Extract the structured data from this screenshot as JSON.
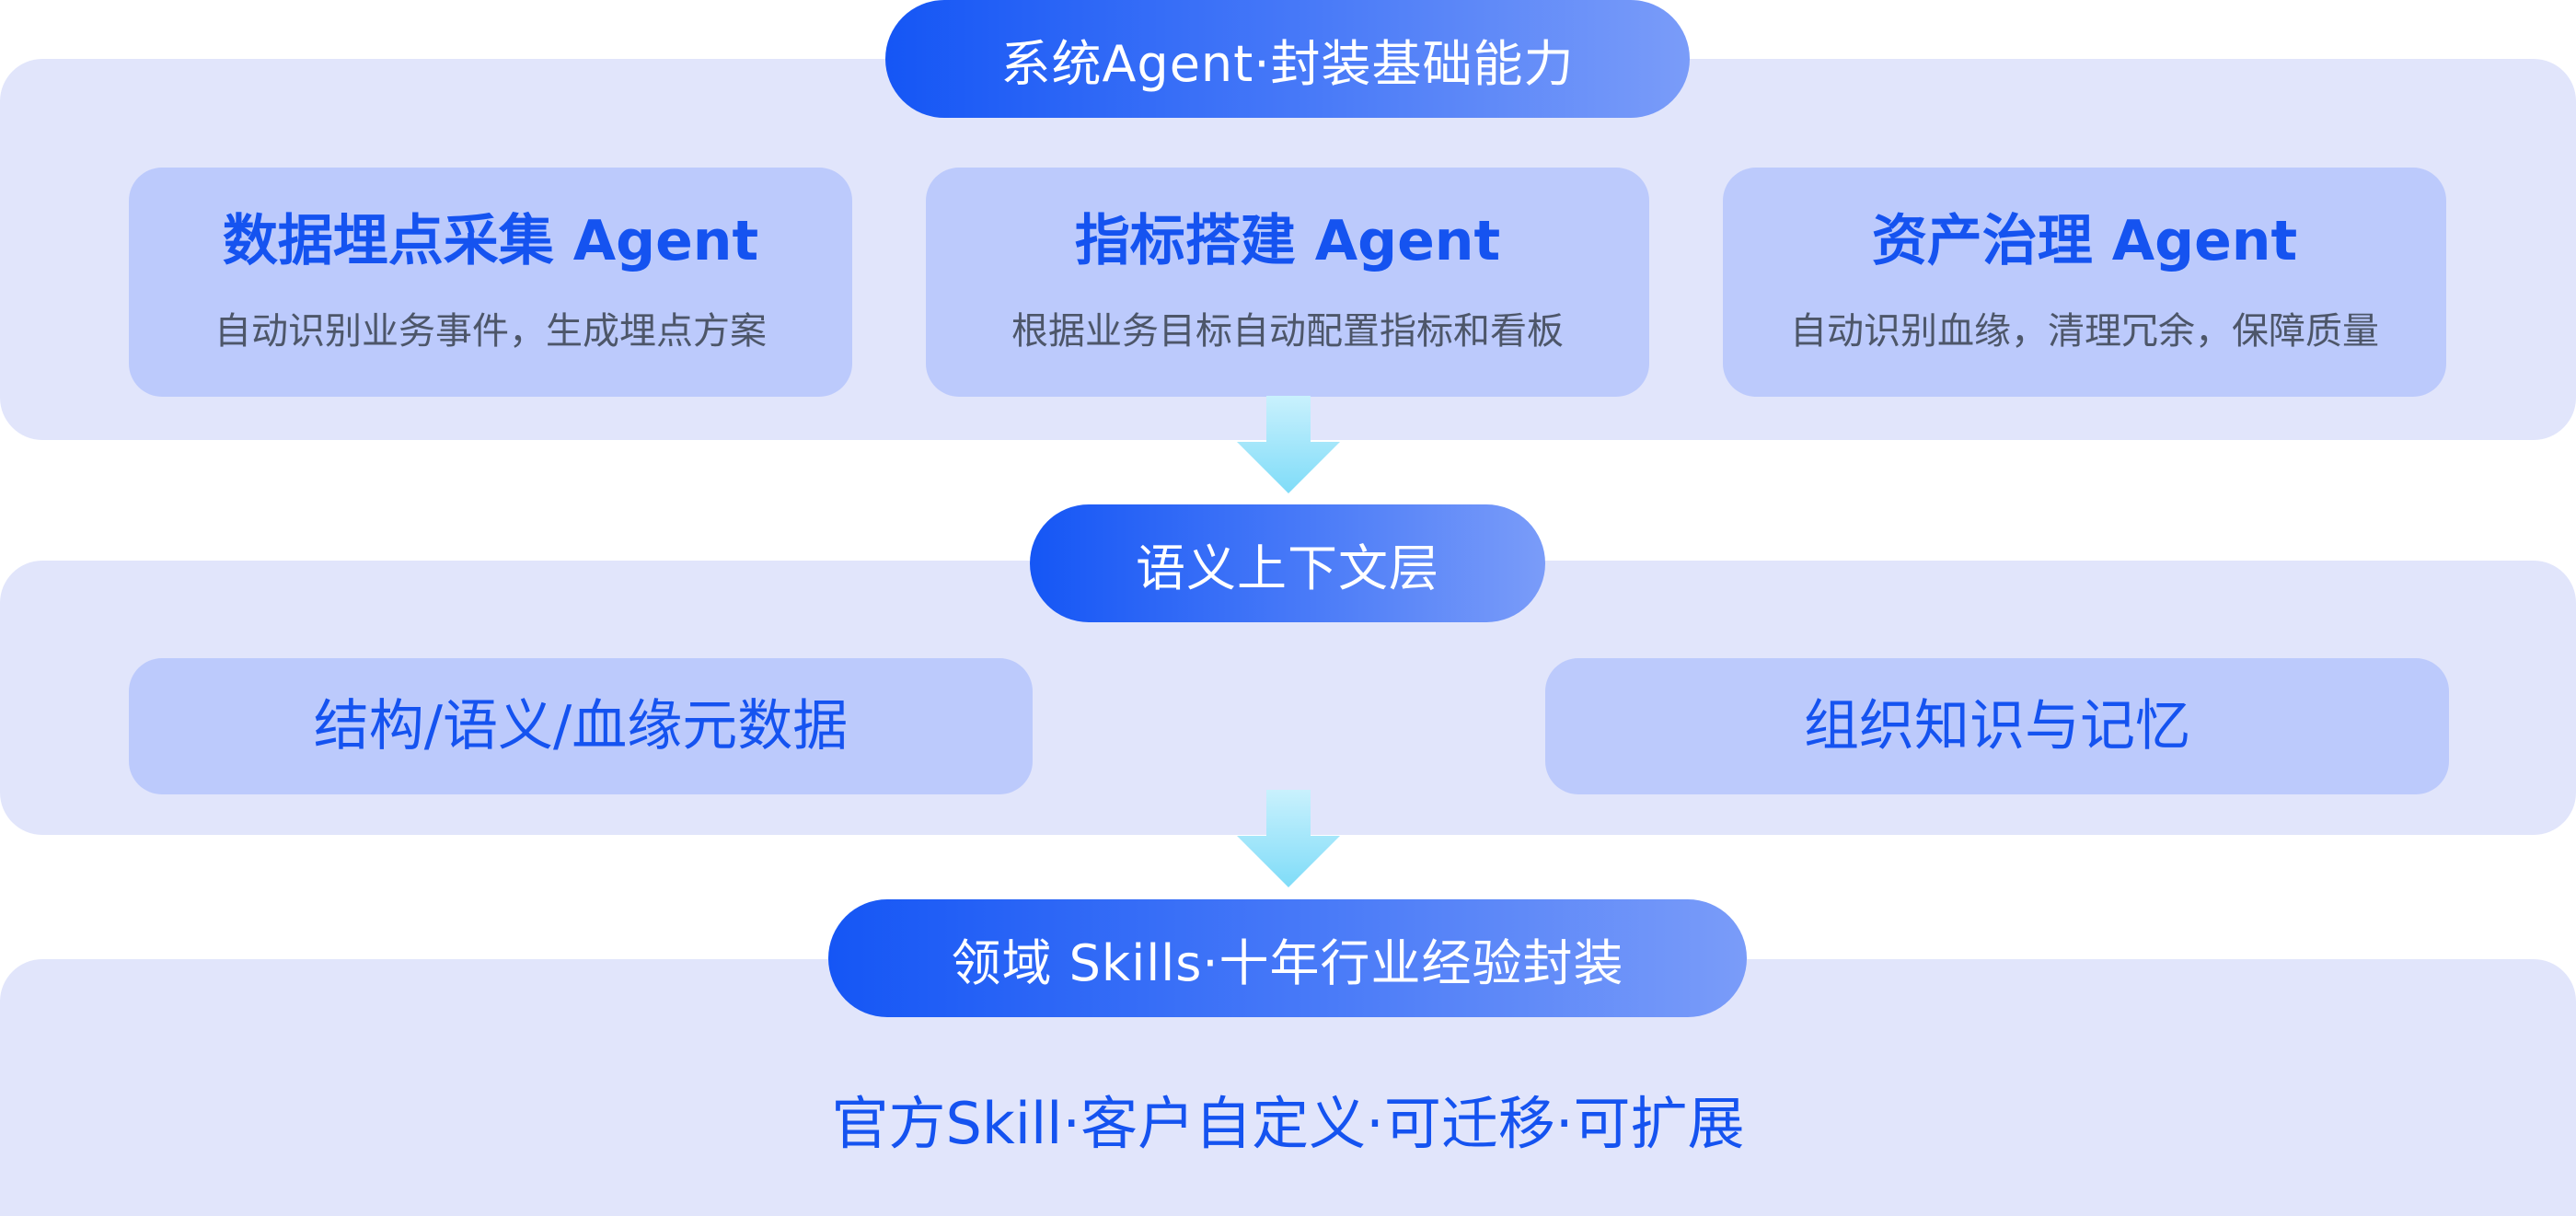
{
  "layers": [
    {
      "pill_label": "系统Agent·封装基础能力",
      "cards": [
        {
          "title": "数据埋点采集 Agent",
          "desc": "自动识别业务事件，生成埋点方案"
        },
        {
          "title": "指标搭建 Agent",
          "desc": "根据业务目标自动配置指标和看板"
        },
        {
          "title": "资产治理 Agent",
          "desc": "自动识别血缘，清理冗余，保障质量"
        }
      ]
    },
    {
      "pill_label": "语义上下文层",
      "cards": [
        {
          "title": "结构/语义/血缘元数据"
        },
        {
          "title": "组织知识与记忆"
        }
      ]
    },
    {
      "pill_label": "领域 Skills·十年行业经验封装",
      "text": "官方Skill·客户自定义·可迁移·可扩展"
    }
  ],
  "colors": {
    "panel_bg": "#e1e5fb",
    "card_bg": "#bccafc",
    "pill_gradient_start": "#1556f5",
    "pill_gradient_end": "#7a9cf9",
    "title_blue": "#1553f0",
    "desc_gray": "#4d5669",
    "arrow_top": "#c9f1fd",
    "arrow_bottom": "#7fdcf8"
  },
  "icons": [
    "down-arrow-icon",
    "down-arrow-icon"
  ]
}
